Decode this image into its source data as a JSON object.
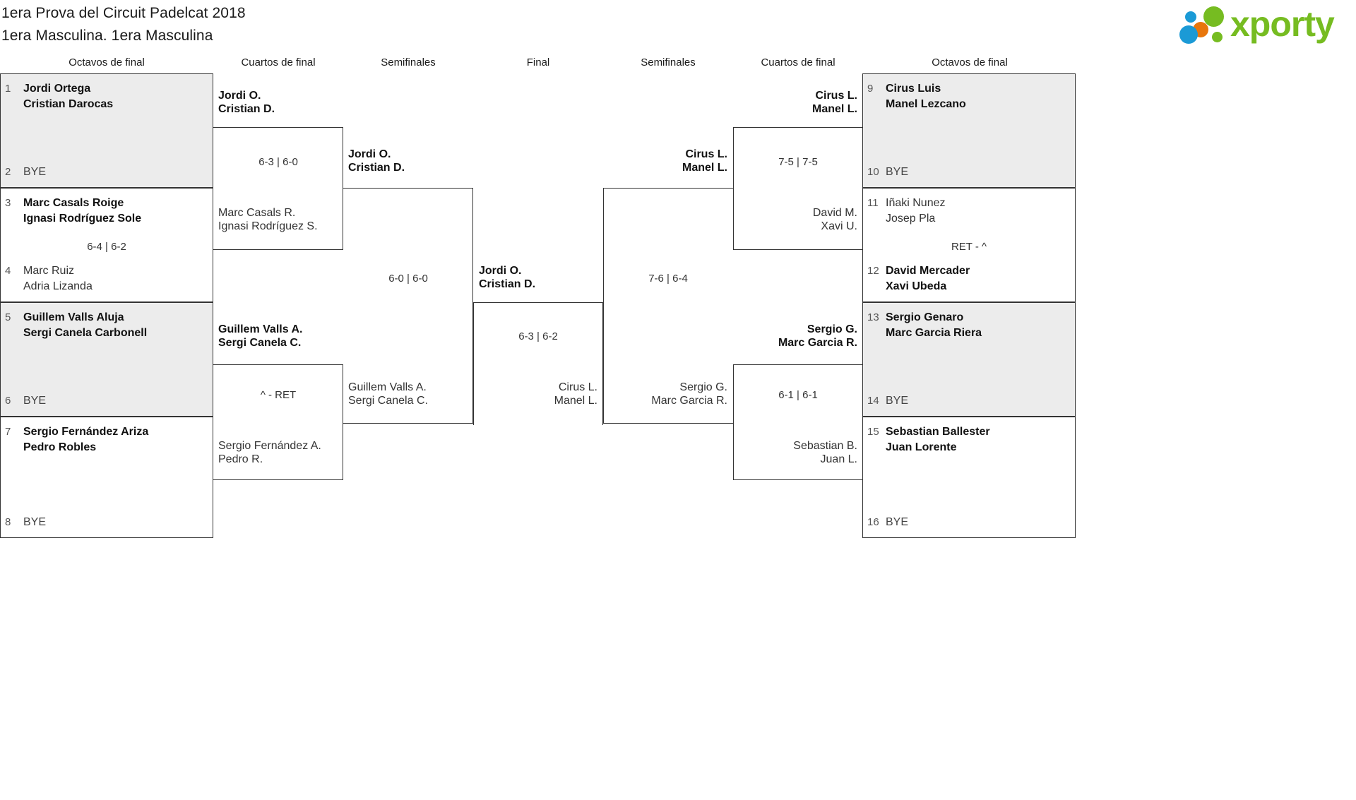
{
  "header": {
    "title_line1": "1era Prova del Circuit Padelcat 2018",
    "title_line2": "1era Masculina. 1era Masculina",
    "logo_word": "xporty",
    "logo_colors": {
      "green": "#76bc21",
      "blue": "#1b9ad6",
      "orange": "#e8760c"
    }
  },
  "round_headers": {
    "left_octavos": "Octavos de final",
    "left_cuartos": "Cuartos de final",
    "left_semis": "Semifinales",
    "final": "Final",
    "right_semis": "Semifinales",
    "right_cuartos": "Cuartos de final",
    "right_octavos": "Octavos de final"
  },
  "seeds_left": [
    {
      "num": "1",
      "names": [
        "Jordi Ortega",
        "Cristian Darocas"
      ],
      "state": "win"
    },
    {
      "num": "2",
      "names": [
        "BYE"
      ],
      "state": "bye"
    },
    {
      "num": "3",
      "names": [
        "Marc Casals Roige",
        "Ignasi Rodríguez Sole"
      ],
      "state": "win"
    },
    {
      "num": "4",
      "names": [
        "Marc Ruiz",
        "Adria Lizanda"
      ],
      "state": "lose"
    },
    {
      "num": "5",
      "names": [
        "Guillem Valls Aluja",
        "Sergi Canela Carbonell"
      ],
      "state": "win"
    },
    {
      "num": "6",
      "names": [
        "BYE"
      ],
      "state": "bye"
    },
    {
      "num": "7",
      "names": [
        "Sergio Fernández Ariza",
        "Pedro Robles"
      ],
      "state": "win"
    },
    {
      "num": "8",
      "names": [
        "BYE"
      ],
      "state": "bye"
    }
  ],
  "seeds_right": [
    {
      "num": "9",
      "names": [
        "Cirus Luis",
        "Manel Lezcano"
      ],
      "state": "win"
    },
    {
      "num": "10",
      "names": [
        "BYE"
      ],
      "state": "bye"
    },
    {
      "num": "11",
      "names": [
        "Iñaki Nunez",
        "Josep Pla"
      ],
      "state": "lose"
    },
    {
      "num": "12",
      "names": [
        "David Mercader",
        "Xavi Ubeda"
      ],
      "state": "win"
    },
    {
      "num": "13",
      "names": [
        "Sergio Genaro",
        "Marc Garcia Riera"
      ],
      "state": "win"
    },
    {
      "num": "14",
      "names": [
        "BYE"
      ],
      "state": "bye"
    },
    {
      "num": "15",
      "names": [
        "Sebastian Ballester",
        "Juan Lorente"
      ],
      "state": "win"
    },
    {
      "num": "16",
      "names": [
        "BYE"
      ],
      "state": "bye"
    }
  ],
  "scores": {
    "left_oct_r2": "6-4 | 6-2",
    "left_qf_top": "6-3 | 6-0",
    "left_qf_bot": "^ - RET",
    "left_sf": "6-0 | 6-0",
    "final": "6-3 | 6-2",
    "right_sf": "7-6 | 6-4",
    "right_qf_top": "7-5 | 7-5",
    "right_qf_bot": "6-1 | 6-1",
    "right_oct_r3": "RET - ^"
  },
  "advances_left": {
    "qf_top_winner": [
      "Jordi O.",
      "Cristian D."
    ],
    "qf_top_loser": [
      "Marc Casals R.",
      "Ignasi Rodríguez S."
    ],
    "qf_bot_winner": [
      "Guillem Valls A.",
      "Sergi Canela C."
    ],
    "qf_bot_loser": [
      "Sergio Fernández A.",
      "Pedro R."
    ],
    "sf_winner": [
      "Jordi O.",
      "Cristian D."
    ],
    "sf_loser": [
      "Guillem Valls A.",
      "Sergi Canela C."
    ]
  },
  "advances_right": {
    "qf_top_winner": [
      "Cirus L.",
      "Manel L."
    ],
    "qf_top_loser": [
      "David M.",
      "Xavi U."
    ],
    "qf_bot_winner": [
      "Sergio G.",
      "Marc Garcia R."
    ],
    "qf_bot_loser": [
      "Sebastian B.",
      "Juan L."
    ],
    "sf_winner": [
      "Cirus L.",
      "Manel L."
    ],
    "sf_loser": [
      "Sergio G.",
      "Marc Garcia R."
    ]
  },
  "final_block": {
    "champion": [
      "Jordi O.",
      "Cristian D."
    ],
    "runner_up": [
      "Cirus L.",
      "Manel L."
    ]
  }
}
